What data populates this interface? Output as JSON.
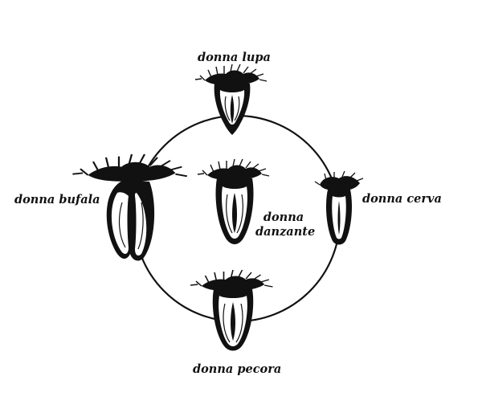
{
  "diagram": {
    "labels": {
      "top": "donna lupa",
      "left": "donna bufala",
      "right": "donna cerva",
      "bottom": "donna pecora",
      "center_line1": "donna",
      "center_line2": "danzante"
    },
    "colors": {
      "ink": "#111111",
      "background": "#ffffff"
    },
    "figures": [
      {
        "name": "lupa-figure",
        "depicts": "vulva-illustration"
      },
      {
        "name": "bufala-figure",
        "depicts": "vulva-illustration"
      },
      {
        "name": "cerva-figure",
        "depicts": "vulva-illustration"
      },
      {
        "name": "pecora-figure",
        "depicts": "vulva-illustration"
      },
      {
        "name": "danzante-figure",
        "depicts": "vulva-illustration"
      }
    ]
  }
}
